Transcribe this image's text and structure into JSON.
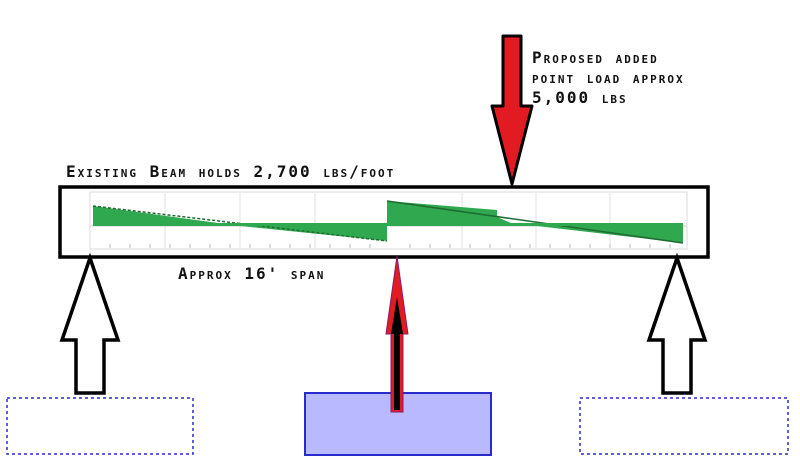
{
  "labels": {
    "proposed_load": [
      "Proposed added",
      "point load approx",
      "5,000 lbs"
    ],
    "beam_capacity": "Existing Beam holds 2,700 lbs/foot",
    "span": "Approx 16' span"
  },
  "colors": {
    "load_arrow": "#e21b23",
    "shear_fill": "#2fa84f",
    "center_support_fill": "#b9b9ff",
    "support_outline": "#2a2acc",
    "beam_outline": "#000000"
  },
  "icons": {
    "load": "down-arrow-red",
    "left_reaction": "up-arrow-outline",
    "right_reaction": "up-arrow-outline",
    "center_reaction": "up-arrow-red-black"
  }
}
